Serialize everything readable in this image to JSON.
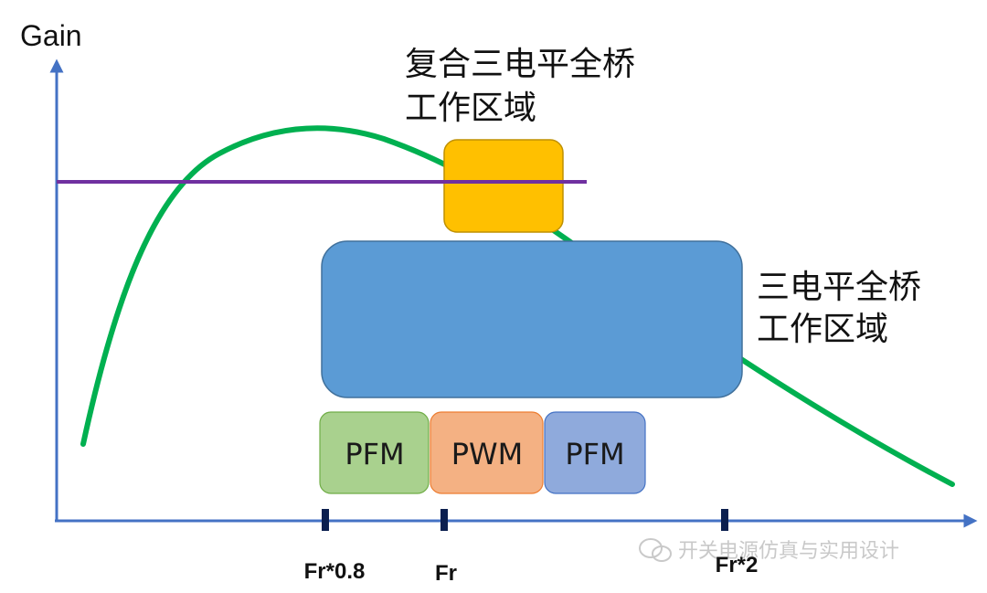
{
  "axes": {
    "y_label": "Gain",
    "x_ticks": [
      "Fr*0.8",
      "Fr",
      "Fr*2"
    ]
  },
  "regions": {
    "composite": {
      "line1": "复合三电平全桥",
      "line2": "工作区域",
      "color": "#FFC000"
    },
    "three_level": {
      "line1": "三电平全桥",
      "line2": "工作区域",
      "color": "#5B9BD5"
    }
  },
  "modes": [
    {
      "label": "PFM",
      "color": "#A9D18E"
    },
    {
      "label": "PWM",
      "color": "#F4B183"
    },
    {
      "label": "PFM",
      "color": "#8FAADC"
    }
  ],
  "colors": {
    "axis": "#4472C4",
    "gain_curve": "#00B050",
    "threshold_line": "#7030A0",
    "tick": "#0B1F4F"
  },
  "watermark": "开关电源仿真与实用设计"
}
